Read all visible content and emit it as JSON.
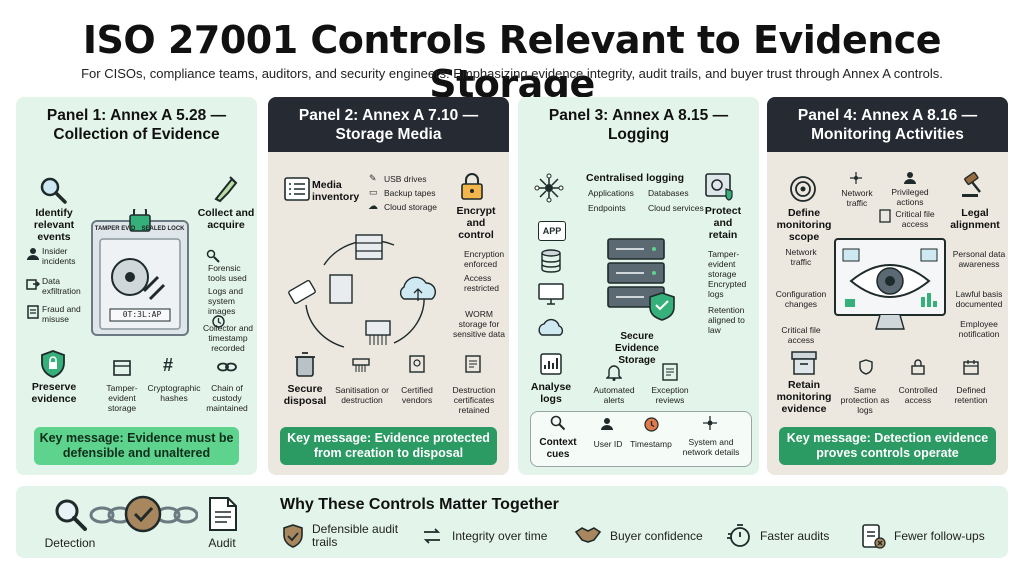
{
  "title": "ISO 27001 Controls Relevant to Evidence Storage",
  "subtitle": "For CISOs, compliance teams, auditors, and security engineers: Emphasizing evidence integrity, audit trails, and buyer trust through Annex A controls.",
  "panel1": {
    "title": "Panel 1: Annex A 5.28 — Collection of Evidence",
    "identify": "Identify relevant events",
    "collect": "Collect and acquire",
    "insider": "Insider incidents",
    "exfil": "Data exfiltration",
    "fraud": "Fraud and misuse",
    "forensic": "Forensic tools used",
    "logs_images": "Logs and system images",
    "collector": "Collector and timestamp recorded",
    "tamper_label_a": "TAMPER EVID",
    "tamper_label_b": "SEALED LOCK",
    "screen_text": "0T:3L:AP",
    "preserve": "Preserve evidence",
    "tamper_storage": "Tamper-evident storage",
    "hashes": "Cryptographic hashes",
    "custody": "Chain of custody maintained",
    "key": "Key message: Evidence must be defensible and unaltered"
  },
  "panel2": {
    "title": "Panel 2: Annex A 7.10 — Storage Media",
    "media_inventory": "Media inventory",
    "usb": "USB drives",
    "tapes": "Backup tapes",
    "cloud": "Cloud storage",
    "encrypt": "Encrypt and control",
    "enc_enforced": "Encryption enforced",
    "access_restricted": "Access restricted",
    "worm": "WORM storage for sensitive data",
    "secure_disposal": "Secure disposal",
    "sanitisation": "Sanitisation or destruction",
    "certified": "Certified vendors",
    "destruction_certs": "Destruction certificates retained",
    "key": "Key message: Evidence protected from creation to disposal"
  },
  "panel3": {
    "title": "Panel 3: Annex A 8.15 — Logging",
    "central": "Centralised logging",
    "applications": "Applications",
    "databases": "Databases",
    "endpoints": "Endpoints",
    "cloud_services": "Cloud services",
    "app": "APP",
    "protect": "Protect and retain",
    "tamper_storage": "Tamper-evident storage",
    "encrypted_logs": "Encrypted logs",
    "retention": "Retention aligned to law",
    "secure_storage": "Secure Evidence Storage",
    "analyse": "Analyse logs",
    "alerts": "Automated alerts",
    "exception": "Exception reviews",
    "context": "Context cues",
    "userid": "User ID",
    "timestamp": "Timestamp",
    "sysnet": "System and network details"
  },
  "panel4": {
    "title": "Panel 4: Annex A 8.16 — Monitoring Activities",
    "define": "Define monitoring scope",
    "net_traffic": "Network traffic",
    "priv_actions": "Privileged actions",
    "crit_file": "Critical file access",
    "legal": "Legal alignment",
    "net_traffic2": "Network traffic",
    "config": "Configuration changes",
    "crit_file2": "Critical file access",
    "personal": "Personal data awareness",
    "lawful": "Lawful basis documented",
    "employee": "Employee notification",
    "retain": "Retain monitoring evidence",
    "same": "Same protection as logs",
    "controlled": "Controlled access",
    "defined": "Defined retention",
    "key": "Key message: Detection evidence proves controls operate"
  },
  "bottom": {
    "title": "Why These Controls Matter Together",
    "detection": "Detection",
    "audit": "Audit",
    "defensible": "Defensible audit trails",
    "integrity": "Integrity over time",
    "buyer": "Buyer confidence",
    "faster": "Faster audits",
    "fewer": "Fewer follow-ups"
  }
}
